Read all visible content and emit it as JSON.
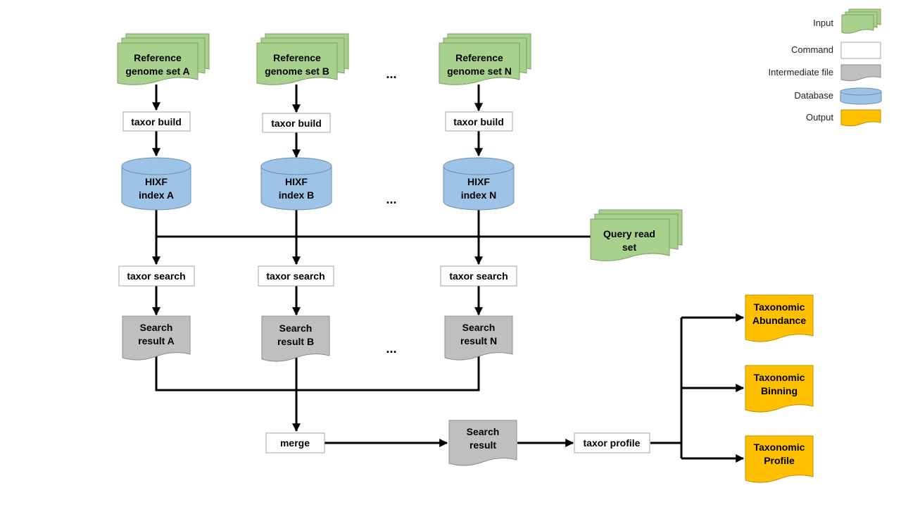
{
  "colors": {
    "input": "#a9d18e",
    "command": "#ffffff",
    "intermediate": "#bfbfbf",
    "database": "#9dc3e6",
    "output": "#ffc000",
    "edge": "#000000"
  },
  "legend": {
    "input": "Input",
    "command": "Command",
    "intermediate": "Intermediate file",
    "database": "Database",
    "output": "Output"
  },
  "inputs": {
    "ref_a": [
      "Reference",
      "genome set A"
    ],
    "ref_b": [
      "Reference",
      "genome set B"
    ],
    "ref_n": [
      "Reference",
      "genome set N"
    ],
    "query": [
      "Query read",
      "set"
    ]
  },
  "commands": {
    "build": "taxor build",
    "search": "taxor search",
    "merge": "merge",
    "profile": "taxor profile"
  },
  "databases": {
    "a": [
      "HIXF",
      "index A"
    ],
    "b": [
      "HIXF",
      "index B"
    ],
    "n": [
      "HIXF",
      "index N"
    ]
  },
  "intermediates": {
    "a": [
      "Search",
      "result A"
    ],
    "b": [
      "Search",
      "result B"
    ],
    "n": [
      "Search",
      "result N"
    ],
    "merged": [
      "Search",
      "result"
    ]
  },
  "outputs": {
    "abundance": [
      "Taxonomic",
      "Abundance"
    ],
    "binning": [
      "Taxonomic",
      "Binning"
    ],
    "profile": [
      "Taxonomic",
      "Profile"
    ]
  },
  "ellipsis": "..."
}
